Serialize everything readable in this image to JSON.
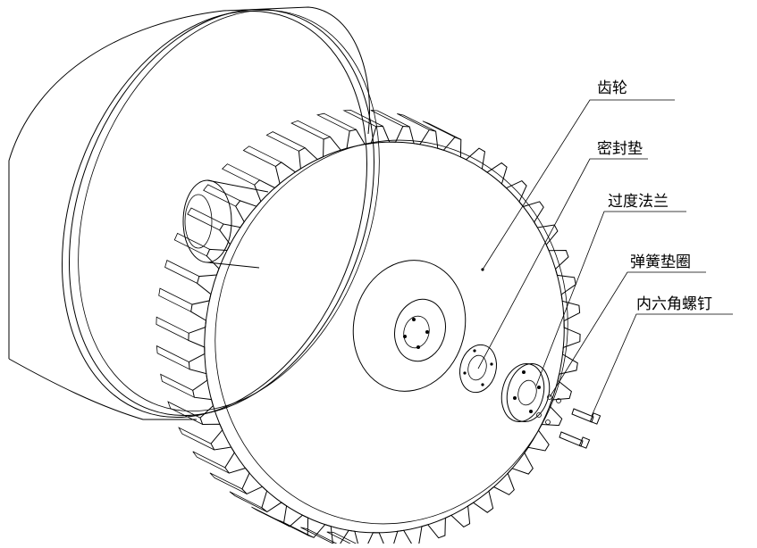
{
  "labels": {
    "gear": "齿轮",
    "seal_gasket": "密封垫",
    "transition_flange": "过度法兰",
    "spring_washer": "弹簧垫圈",
    "hex_screw": "内六角螺钉"
  }
}
